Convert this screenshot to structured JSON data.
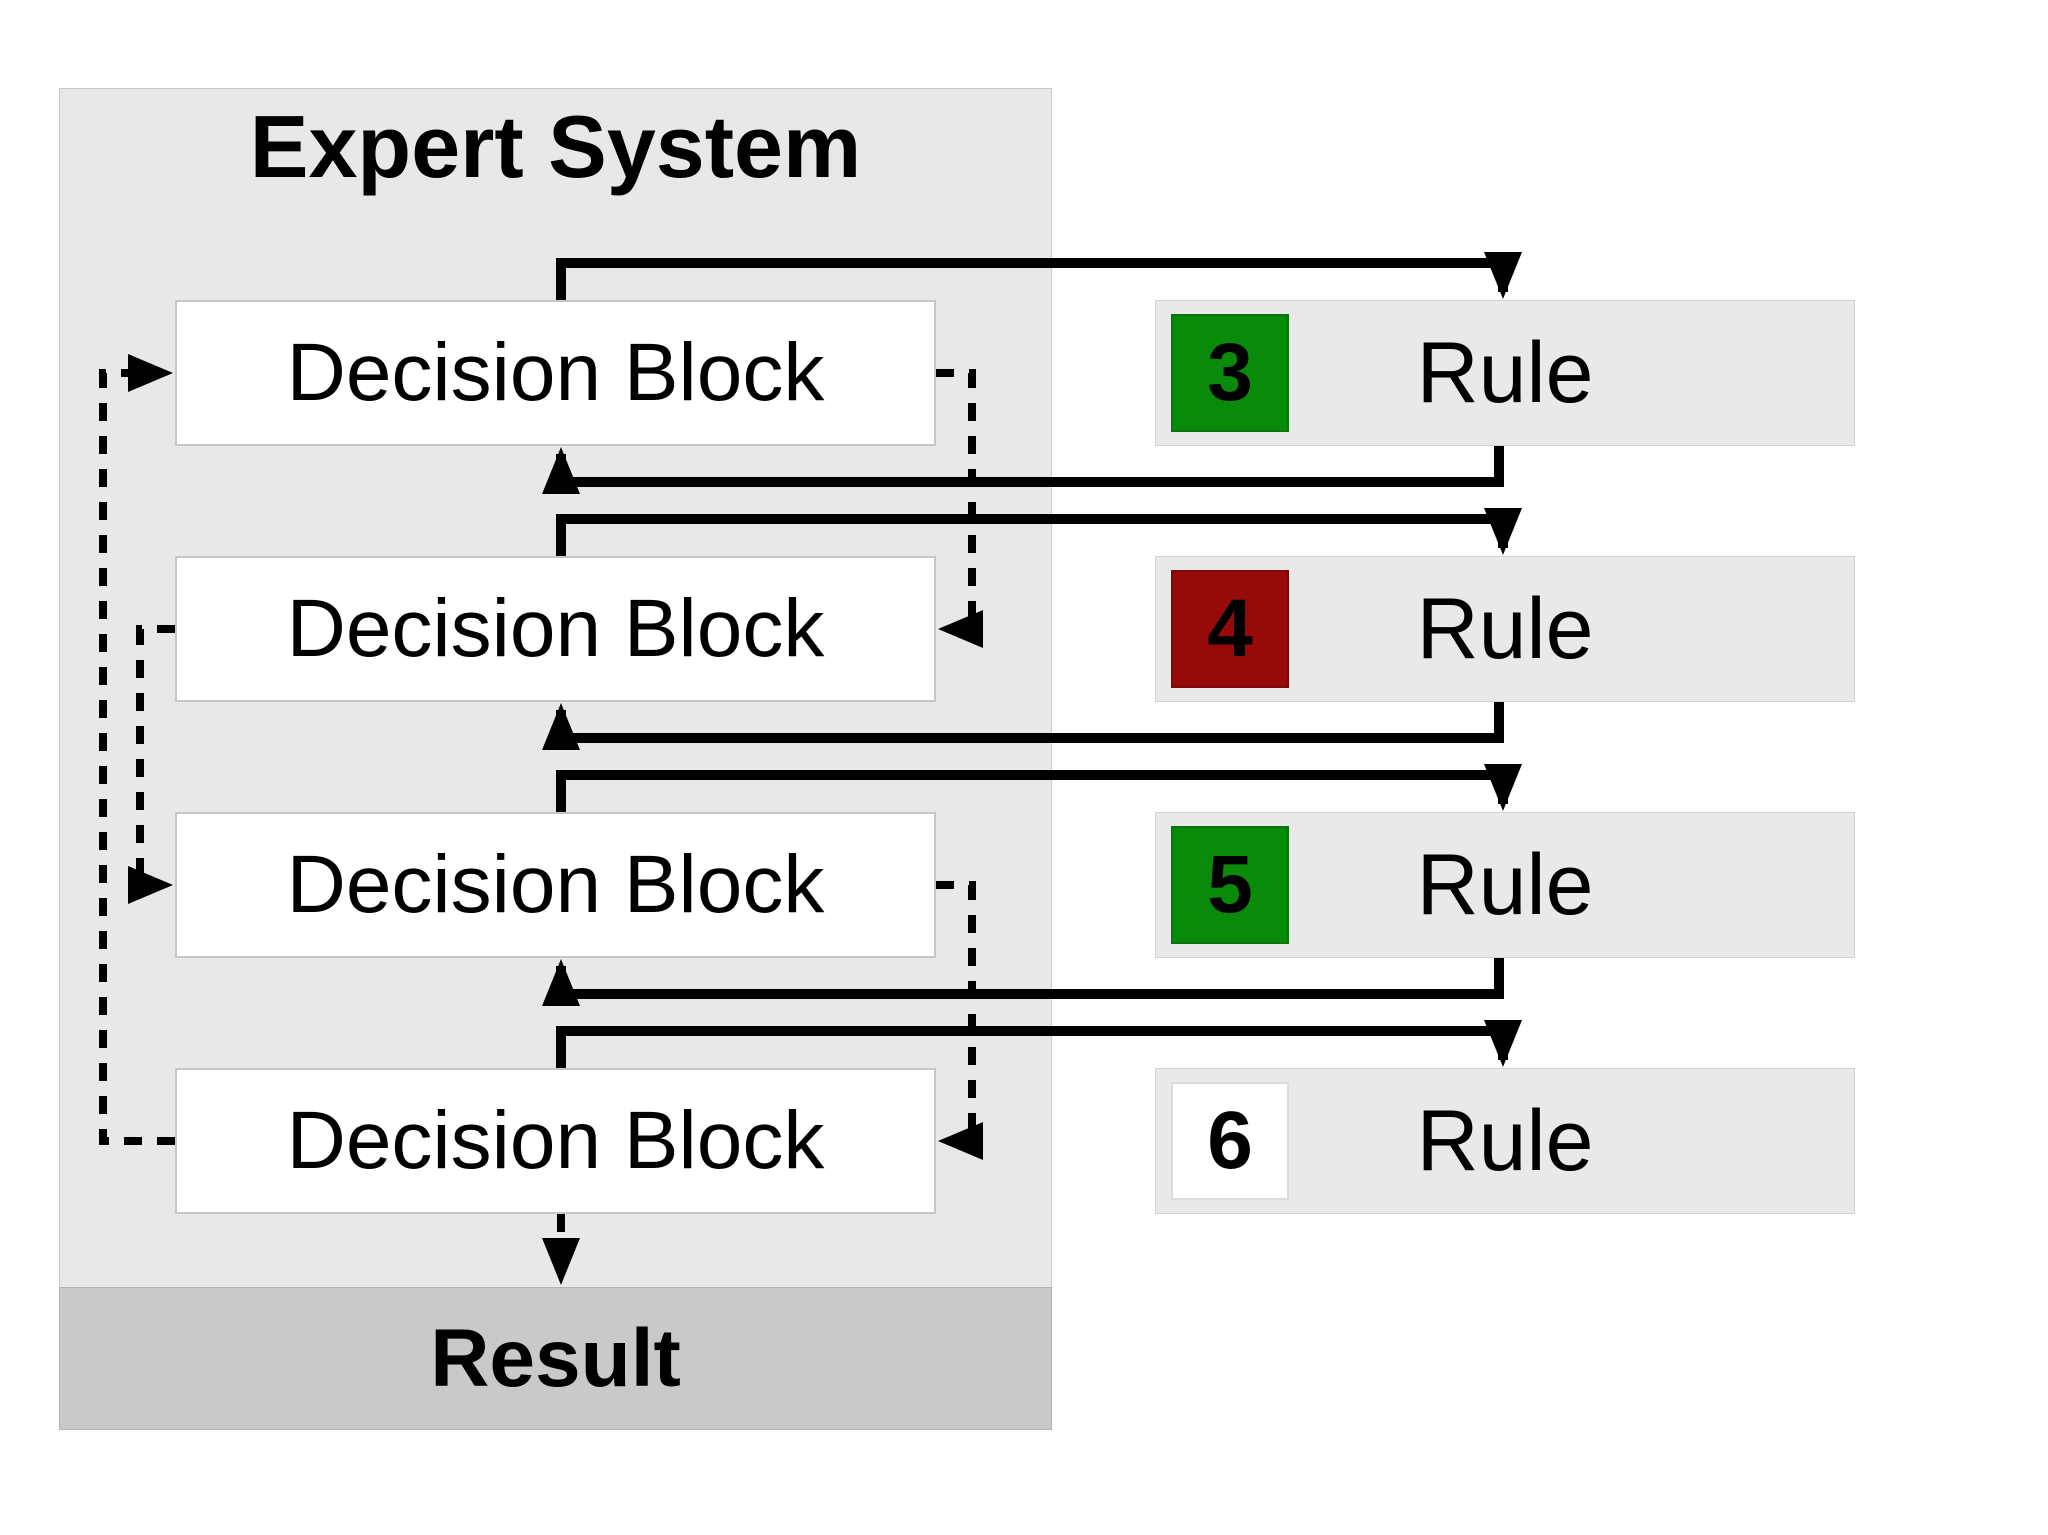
{
  "expert_system": {
    "title": "Expert System",
    "result_label": "Result",
    "decision_blocks": [
      {
        "label": "Decision Block"
      },
      {
        "label": "Decision Block"
      },
      {
        "label": "Decision Block"
      },
      {
        "label": "Decision Block"
      }
    ]
  },
  "rules": [
    {
      "number": "3",
      "label": "Rule",
      "square_color": "#0a8a0a"
    },
    {
      "number": "4",
      "label": "Rule",
      "square_color": "#970a0a"
    },
    {
      "number": "5",
      "label": "Rule",
      "square_color": "#0a8a0a"
    },
    {
      "number": "6",
      "label": "Rule",
      "square_color": "#ffffff"
    }
  ],
  "colors": {
    "container_fill": "#e8e8e8",
    "result_fill": "#c9c9c9",
    "rule_fill": "#e9e9e9",
    "block_fill": "#ffffff",
    "line": "#000000",
    "rule_green": "#0a8a0a",
    "rule_red": "#970a0a",
    "rule_white": "#ffffff"
  }
}
